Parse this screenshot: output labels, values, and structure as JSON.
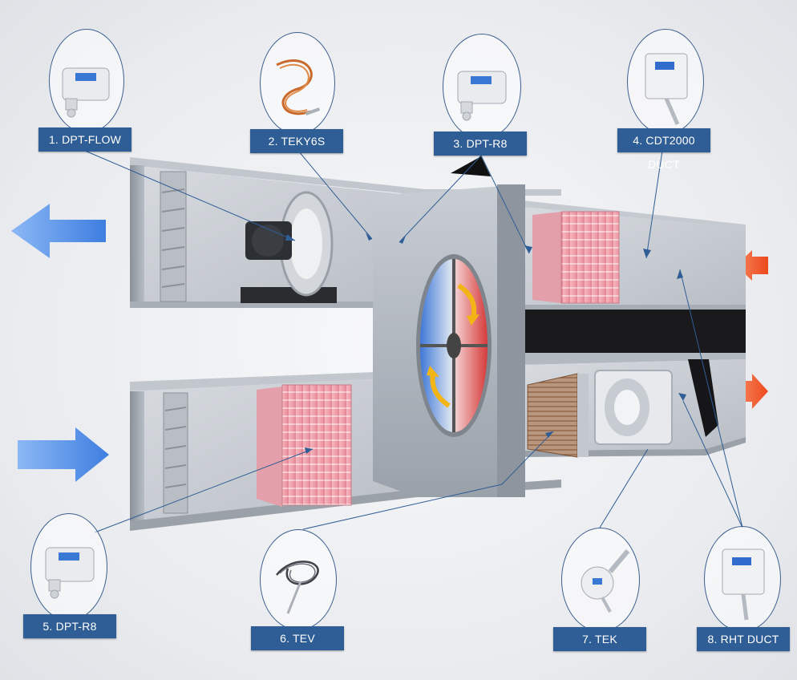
{
  "components": [
    {
      "id": "c1",
      "label": "1. DPT-FLOW",
      "device": "pressure-sensor-icon"
    },
    {
      "id": "c2",
      "label": "2. TEKY6S",
      "device": "cable-temperature-sensor-icon"
    },
    {
      "id": "c3",
      "label": "3. DPT-R8",
      "device": "pressure-sensor-icon"
    },
    {
      "id": "c4",
      "label": "4. CDT2000 DUCT",
      "device": "duct-sensor-icon"
    },
    {
      "id": "c5",
      "label": "5. DPT-R8",
      "device": "pressure-sensor-icon"
    },
    {
      "id": "c6",
      "label": "6. TEV",
      "device": "probe-temperature-sensor-icon"
    },
    {
      "id": "c7",
      "label": "7. TEK",
      "device": "strap-temperature-sensor-icon"
    },
    {
      "id": "c8",
      "label": "8. RHT DUCT",
      "device": "duct-sensor-icon"
    }
  ],
  "colors": {
    "label_bg": "#2f5d95",
    "exhaust_arrow": "#4e8fe6",
    "supply_arrow": "#f0582a",
    "leader_line": "#2f5d95"
  }
}
